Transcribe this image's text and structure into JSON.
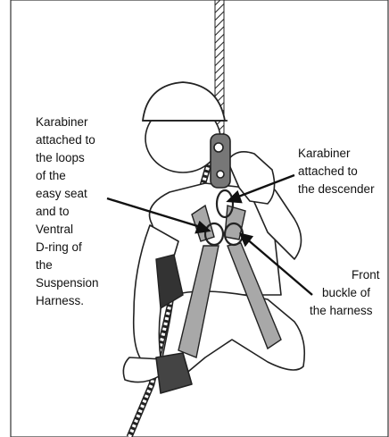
{
  "figure": {
    "callouts": {
      "left": [
        "Karabiner",
        "attached to",
        "the loops",
        "of the",
        "easy seat",
        "and to",
        "Ventral",
        "D-ring of",
        "the",
        "Suspension",
        "Harness."
      ],
      "top_right": [
        "Karabiner",
        "attached to",
        "the descender"
      ],
      "bottom_right": [
        "Front",
        "buckle of",
        "the harness"
      ]
    }
  }
}
